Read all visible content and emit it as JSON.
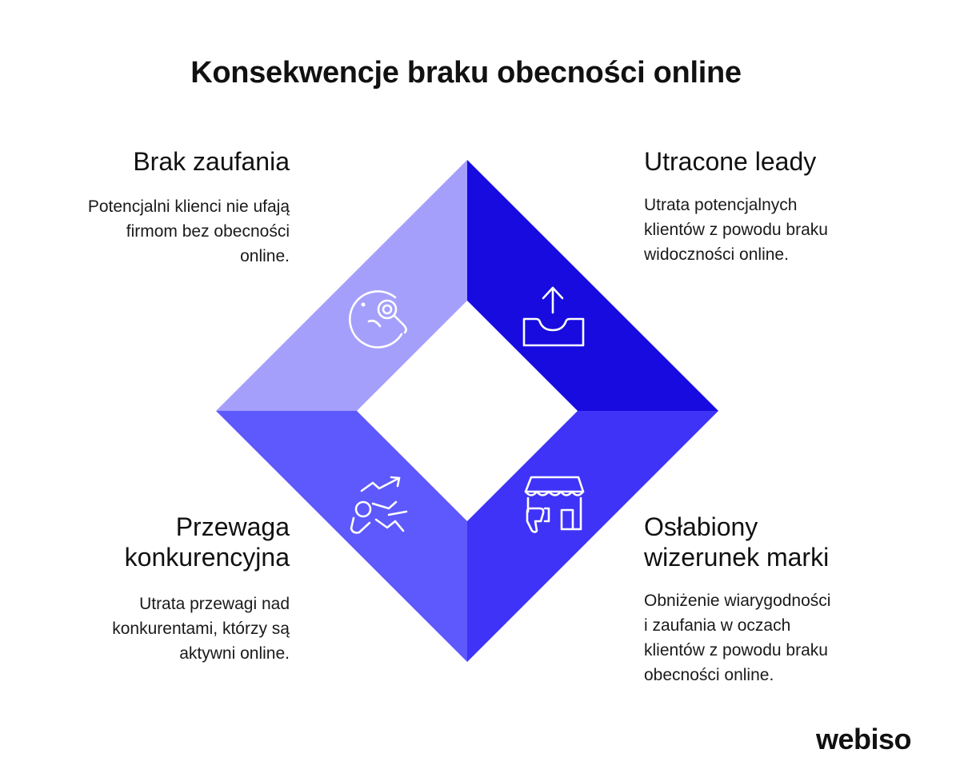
{
  "title": "Konsekwencje braku obecności online",
  "quadrants": [
    {
      "heading": "Brak zaufania",
      "description": "Potencjalni klienci nie ufają firmom bez obecności online.",
      "icon": "confused-face-magnifier-icon",
      "color": "#a59ffc"
    },
    {
      "heading": "Utracone leady",
      "description": "Utrata potencjalnych klientów z powodu braku widoczności online.",
      "icon": "upload-tray-icon",
      "color": "#170be0"
    },
    {
      "heading": "Przewaga konkurencyjna",
      "description": "Utrata przewagi nad konkurentami, którzy są aktywni online.",
      "icon": "falling-person-trend-icon",
      "color": "#5d59fc"
    },
    {
      "heading": "Osłabiony wizerunek marki",
      "description": "Obniżenie wiarygodności i zaufania w oczach klientów z powodu braku obecności online.",
      "icon": "store-thumbs-down-icon",
      "color": "#3f33f7"
    }
  ],
  "brand": "webiso"
}
